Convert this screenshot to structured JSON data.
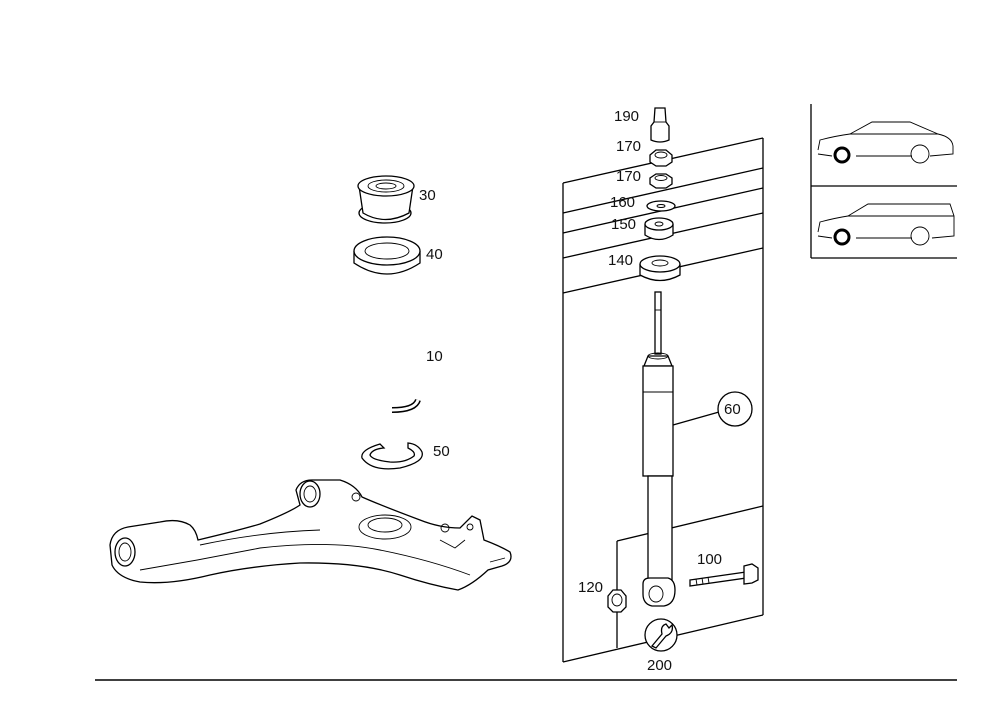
{
  "labels": {
    "p30": "30",
    "p40": "40",
    "p10": "10",
    "p50": "50",
    "p190": "190",
    "p170a": "170",
    "p170b": "170",
    "p160": "160",
    "p150": "150",
    "p140": "140",
    "p60": "60",
    "p100": "100",
    "p120": "120",
    "p200": "200"
  },
  "vehicle_icons": [
    "sedan-icon",
    "estate-wagon-icon"
  ]
}
